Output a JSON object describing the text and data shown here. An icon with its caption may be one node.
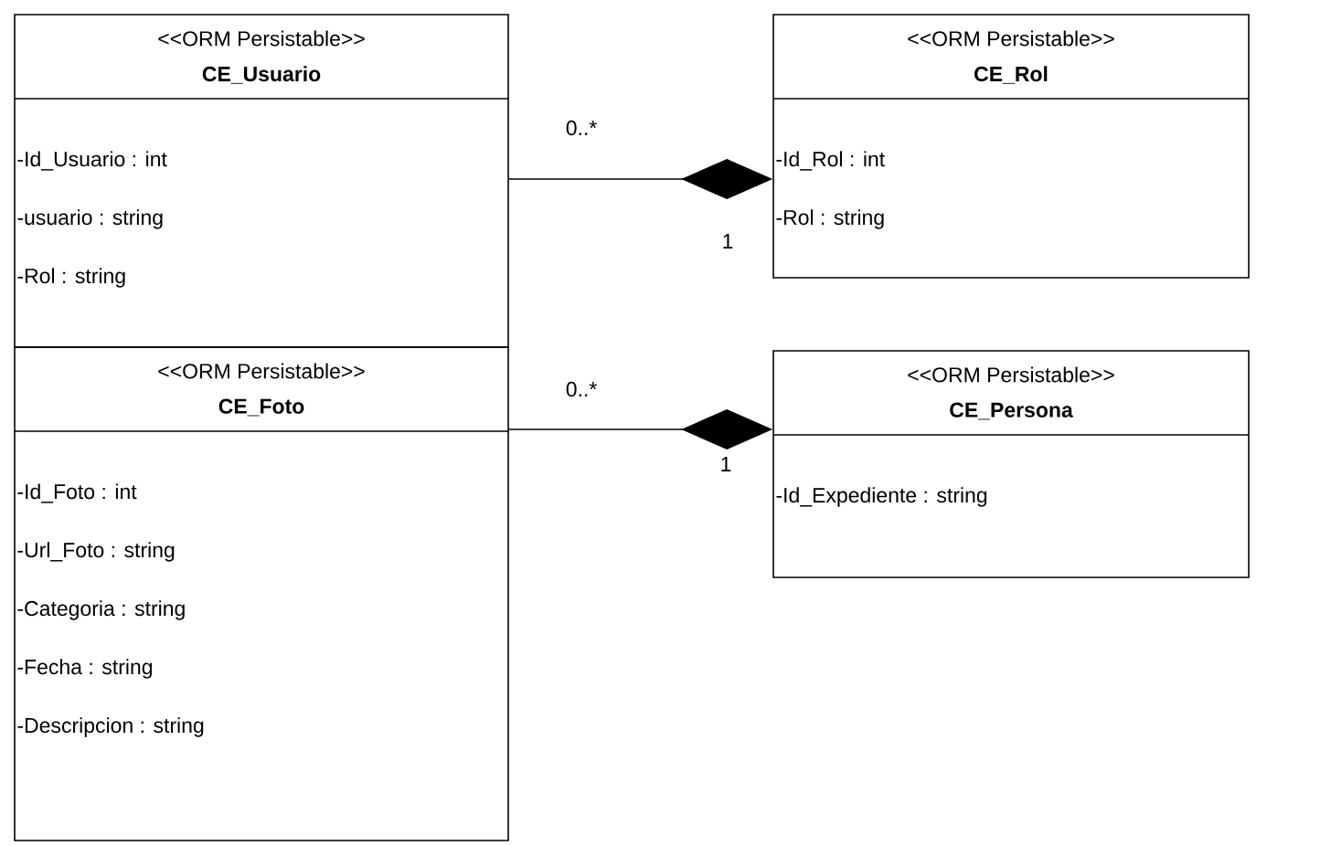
{
  "diagram": {
    "nodes": [
      {
        "text": [
          "<<ORM Persistable>>",
          "CE_Usuario",
          "-Id_Usuario : int",
          "-usuario : string",
          "-Rol : string"
        ]
      },
      {
        "text": [
          "<<ORM Persistable>>",
          "CE_Rol",
          "-Id_Rol : int",
          "-Rol : string"
        ]
      },
      {
        "text": [
          "<<ORM Persistable>>",
          "CE_Foto",
          "-Id_Foto : int",
          "-Url_Foto : string",
          "-Categoria : string",
          "-Fecha : string",
          "-Descripcion : string"
        ]
      },
      {
        "text": [
          "<<ORM Persistable>>",
          "CE_Persona",
          "-Id_Expediente : string"
        ]
      }
    ],
    "edges": [
      {
        "from": 0,
        "to": 1,
        "arrow": "other"
      },
      {
        "from": 2,
        "to": 3,
        "arrow": "other"
      }
    ],
    "labels": [
      "0..*",
      "1",
      "0..*",
      "1"
    ]
  }
}
